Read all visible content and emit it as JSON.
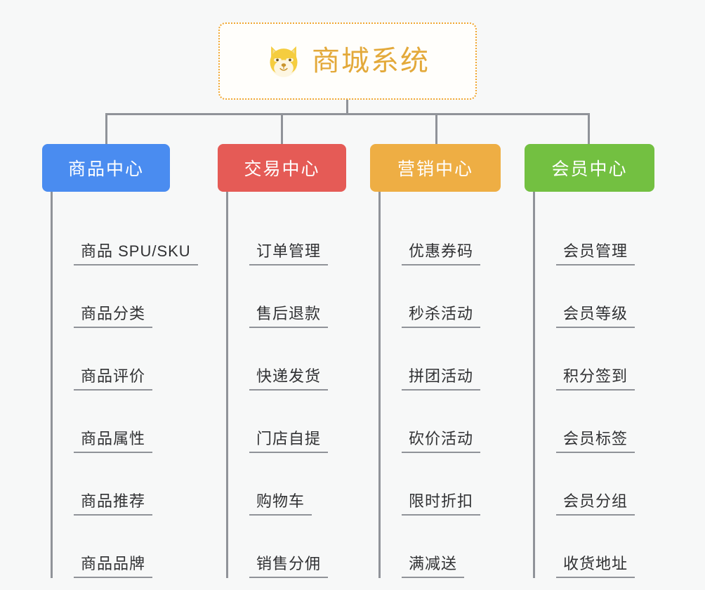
{
  "diagram": {
    "type": "mind-map",
    "background_color": "#f7f8f8",
    "connector_color": "#909399",
    "root": {
      "title": "商城系统",
      "icon": "shiba-dog-face-icon",
      "text_color": "#e3a93a",
      "border_color": "#f0a732",
      "background_color": "#fffefb"
    },
    "branches": [
      {
        "label": "商品中心",
        "color": "#4a8cf0",
        "items": [
          "商品 SPU/SKU",
          "商品分类",
          "商品评价",
          "商品属性",
          "商品推荐",
          "商品品牌"
        ]
      },
      {
        "label": "交易中心",
        "color": "#e55b56",
        "items": [
          "订单管理",
          "售后退款",
          "快递发货",
          "门店自提",
          "购物车",
          "销售分佣"
        ]
      },
      {
        "label": "营销中心",
        "color": "#eeae44",
        "items": [
          "优惠券码",
          "秒杀活动",
          "拼团活动",
          "砍价活动",
          "限时折扣",
          "满减送"
        ]
      },
      {
        "label": "会员中心",
        "color": "#73c041",
        "items": [
          "会员管理",
          "会员等级",
          "积分签到",
          "会员标签",
          "会员分组",
          "收货地址"
        ]
      }
    ]
  }
}
